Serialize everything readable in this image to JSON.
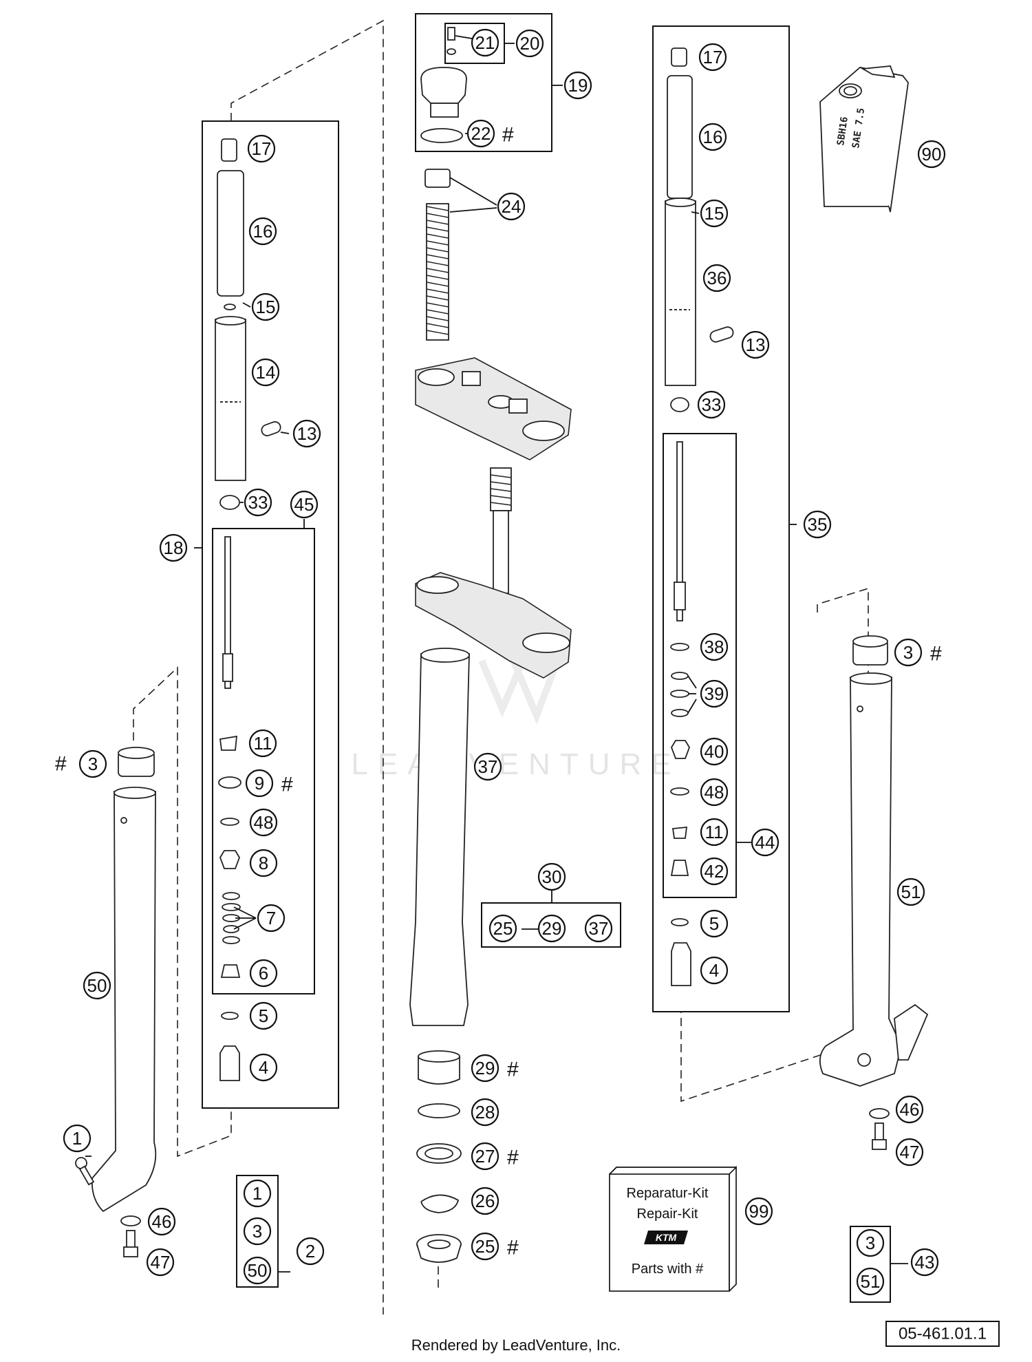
{
  "callouts": {
    "c21": "21",
    "c20": "20",
    "c19": "19",
    "c22": "22",
    "c24": "24",
    "c17a": "17",
    "c16a": "16",
    "c15a": "15",
    "c14": "14",
    "c13a": "13",
    "c33a": "33",
    "c45": "45",
    "c18": "18",
    "c11a": "11",
    "c9": "9",
    "c48a": "48",
    "c8": "8",
    "c7": "7",
    "c6": "6",
    "c5a": "5",
    "c4a": "4",
    "c3a": "3",
    "c50": "50",
    "c1": "1",
    "c46a": "46",
    "c47a": "47",
    "kit2_1": "1",
    "kit2_3": "3",
    "kit2_50": "50",
    "c2": "2",
    "c37": "37",
    "c30": "30",
    "c25k": "25",
    "c29k": "29",
    "c37k": "37",
    "c29": "29",
    "c28": "28",
    "c27": "27",
    "c26": "26",
    "c25": "25",
    "c17b": "17",
    "c16b": "16",
    "c15b": "15",
    "c36": "36",
    "c13b": "13",
    "c33b": "33",
    "c35": "35",
    "c38": "38",
    "c39": "39",
    "c40": "40",
    "c48b": "48",
    "c11b": "11",
    "c44": "44",
    "c42": "42",
    "c5b": "5",
    "c4b": "4",
    "c90": "90",
    "c3b": "3",
    "c51": "51",
    "c46b": "46",
    "c47b": "47",
    "c99": "99",
    "kit43_3": "3",
    "kit43_51": "51",
    "c43": "43"
  },
  "hash_mark": "#",
  "repair_kit": {
    "line1": "Reparatur-Kit",
    "line2": "Repair-Kit",
    "logo": "KTM",
    "line3": "Parts with #"
  },
  "oil_can": {
    "label_line1": "SBH16",
    "label_line2": "SAE 7.5"
  },
  "reference_number": "05-461.01.1",
  "footer": "Rendered by LeadVenture, Inc.",
  "watermark": "LEADVENTURE"
}
